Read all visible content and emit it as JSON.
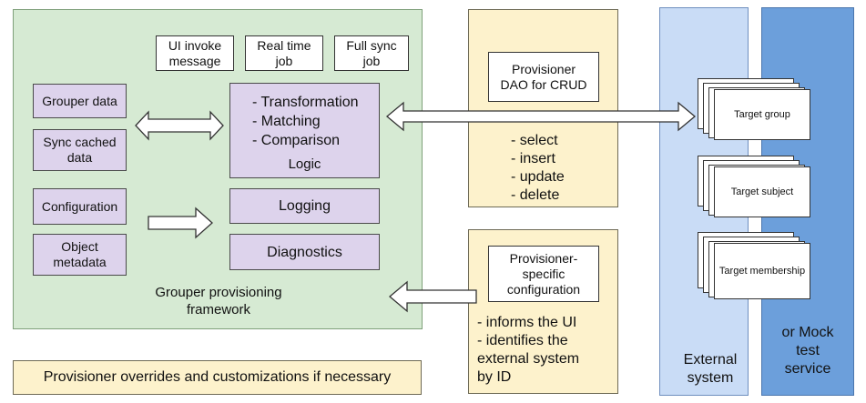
{
  "framework": {
    "label": "Grouper provisioning\nframework",
    "ui_invoke": "UI invoke\nmessage",
    "realtime_job": "Real time\njob",
    "fullsync_job": "Full sync\njob",
    "grouper_data": "Grouper data",
    "sync_cached": "Sync cached\ndata",
    "configuration": "Configuration",
    "object_metadata": "Object\nmetadata",
    "logic_items": "- Transformation\n- Matching\n- Comparison",
    "logic_label": "Logic",
    "logging": "Logging",
    "diagnostics": "Diagnostics"
  },
  "dao": {
    "title": "Provisioner\nDAO for CRUD",
    "ops": "- select\n- insert\n- update\n- delete"
  },
  "prov_config": {
    "title": "Provisioner-\nspecific\nconfiguration",
    "notes": "- informs the UI\n- identifies the\nexternal system\nby ID"
  },
  "external": {
    "target_group": "Target group",
    "target_subject": "Target subject",
    "target_membership": "Target membership",
    "label": "External\nsystem"
  },
  "mock": {
    "label": "or Mock\ntest\nservice"
  },
  "overrides": "Provisioner overrides and customizations if necessary",
  "colors": {
    "framework_bg": "#d6ead3",
    "purple": "#ddd3ec",
    "yellow": "#fdf2cc",
    "external_bg": "#c9dcf6",
    "mock_bg": "#6c9fdb"
  }
}
